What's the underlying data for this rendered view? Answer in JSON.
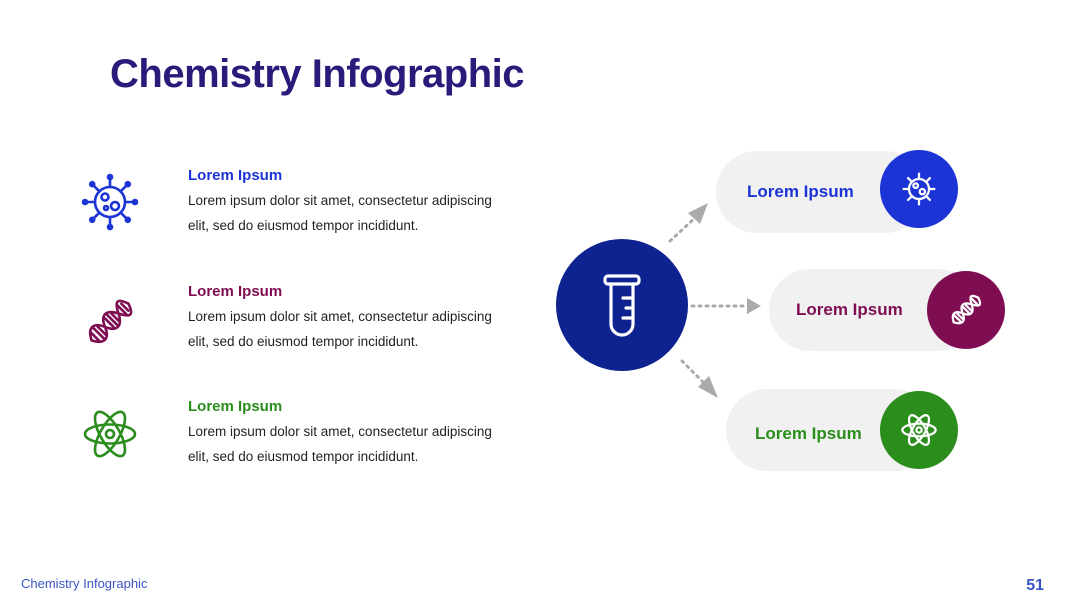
{
  "title": "Chemistry Infographic",
  "colors": {
    "title": "#2a1a7a",
    "blue": "#1c34d6",
    "purple": "#7e0d52",
    "green": "#2a8d1c",
    "navy": "#0e238f",
    "pill_bg": "#f1f1f1",
    "arrow": "#aaaaaa",
    "footer": "#3a54c8"
  },
  "items": [
    {
      "heading": "Lorem Ipsum",
      "description": "Lorem ipsum dolor sit amet, consectetur adipiscing elit, sed do eiusmod tempor incididunt.",
      "icon": "virus-icon",
      "color": "#1c34d6"
    },
    {
      "heading": "Lorem Ipsum",
      "description": "Lorem ipsum dolor sit amet, consectetur adipiscing elit, sed do eiusmod tempor incididunt.",
      "icon": "dna-icon",
      "color": "#7e0d52"
    },
    {
      "heading": "Lorem Ipsum",
      "description": "Lorem ipsum dolor sit amet, consectetur adipiscing elit, sed do eiusmod tempor incididunt.",
      "icon": "atom-icon",
      "color": "#2a8d1c"
    }
  ],
  "diagram": {
    "center_icon": "test-tube-icon",
    "branches": [
      {
        "label": "Lorem Ipsum",
        "icon": "virus-icon",
        "color": "#1c34d6"
      },
      {
        "label": "Lorem Ipsum",
        "icon": "dna-icon",
        "color": "#7e0d52"
      },
      {
        "label": "Lorem Ipsum",
        "icon": "atom-icon",
        "color": "#2a8d1c"
      }
    ]
  },
  "footer": {
    "text": "Chemistry Infographic",
    "page_number": "51"
  }
}
